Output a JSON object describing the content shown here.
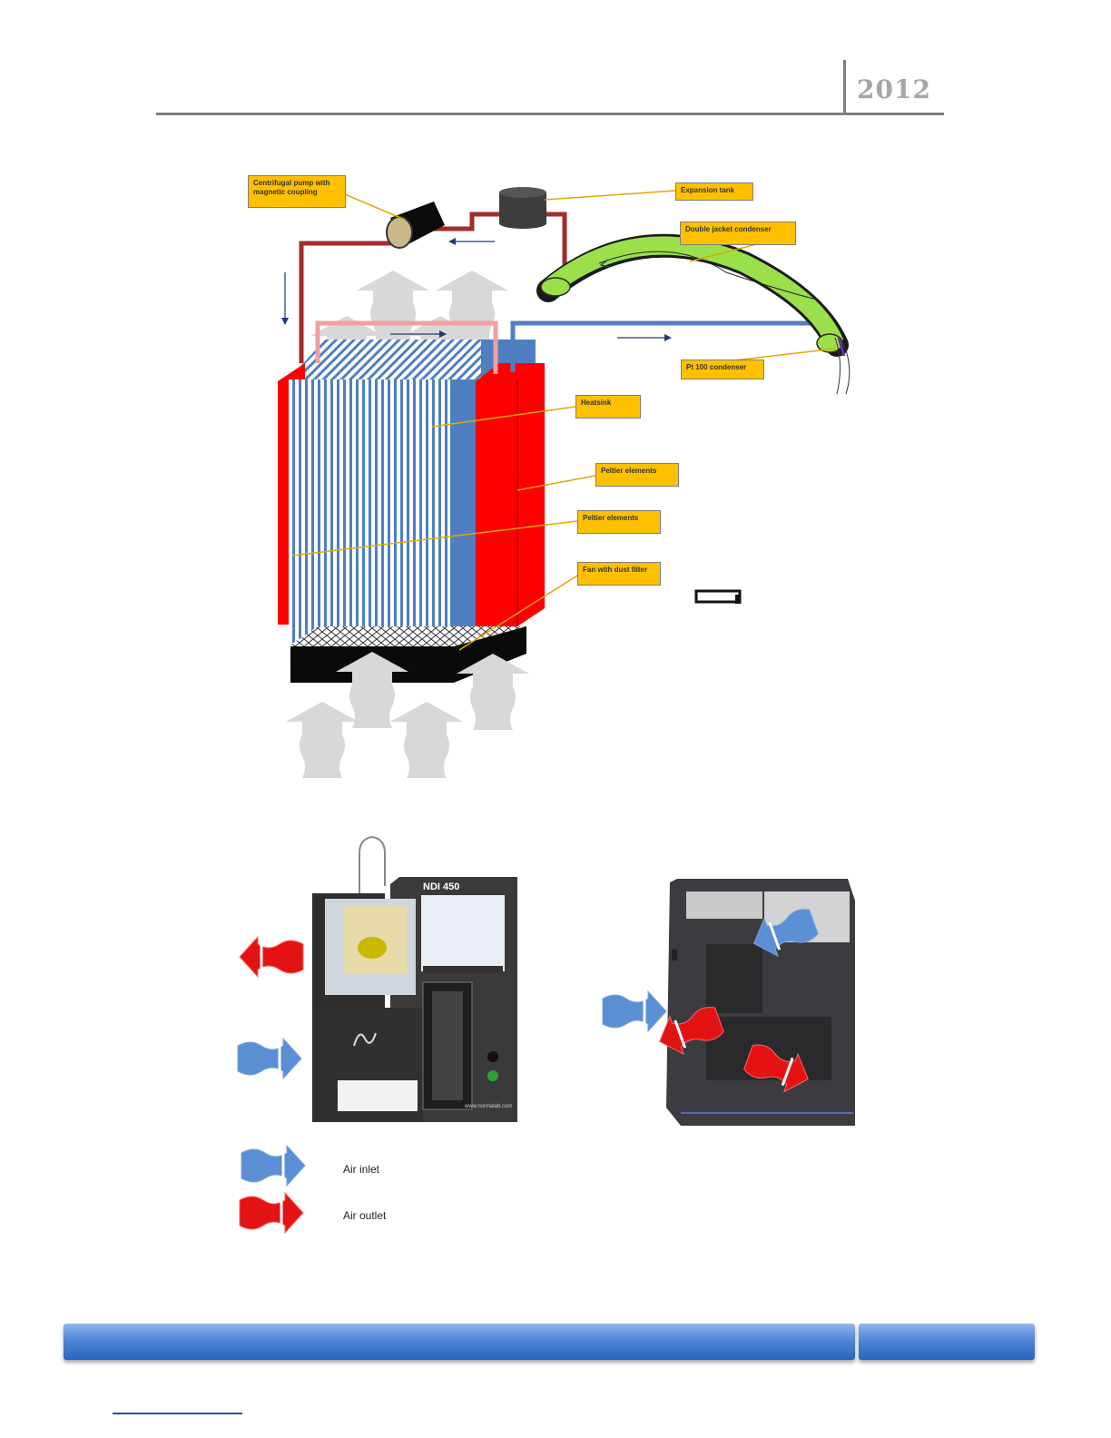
{
  "header": {
    "year": "2012"
  },
  "diagram": {
    "labels": {
      "pump": "Centrifugal pump with magnetic coupling",
      "expansion_tank": "Expansion tank",
      "condenser": "Double jacket condenser",
      "pt100": "Pt 100 condenser",
      "heatsink": "Heatsink",
      "peltier_right": "Peltier elements",
      "peltier_left": "Peltier elements",
      "fan": "Fan with dust filter"
    }
  },
  "photos": {
    "front_screen_title": "NDI 450",
    "front_url": "www.normalab.com"
  },
  "legend": {
    "air_inlet": "Air inlet",
    "air_outlet": "Air outlet"
  },
  "colors": {
    "air_inlet": "#5b8fd4",
    "air_outlet": "#e31313",
    "callout": "#ffc000",
    "peltier": "#ff0000",
    "heatsink": "#4f7fc0",
    "condenser": "#99e04a"
  }
}
